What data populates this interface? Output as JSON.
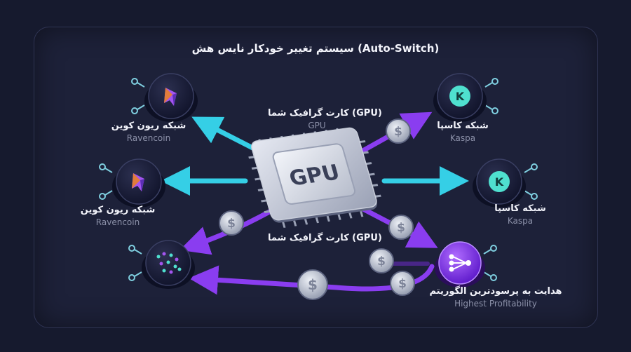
{
  "title": "سیستم تغییر خودکار نایس هش (Auto-Switch)",
  "gpu": {
    "chip_label": "GPU",
    "top_label_fa": "کارت گرافیک شما (GPU)",
    "top_label_en": "GPU",
    "bottom_label_fa": "کارت گرافیک شما (GPU)"
  },
  "nodes": {
    "ravencoin_top": {
      "fa": "شبکه ریون کوین",
      "en": "Ravencoin"
    },
    "ravencoin_mid": {
      "fa": "شبکه ریون کوین",
      "en": "Ravencoin"
    },
    "kaspa_top": {
      "fa": "شبکه کاسپا",
      "en": "Kaspa"
    },
    "kaspa_mid": {
      "fa": "شبکه کاسپا",
      "en": "Kaspa"
    },
    "profitability": {
      "fa": "هدایت به پرسودترین الگوریتم",
      "en": "Highest Profitability"
    }
  },
  "icons": [
    "ravencoin-icon",
    "kaspa-icon",
    "nicehash-network-icon",
    "algorithm-router-icon",
    "dollar-coin-icon",
    "gpu-chip-icon"
  ],
  "colors": {
    "background": "#161a2e",
    "panel": "#1d2139",
    "cyan": "#35cfe6",
    "purple": "#8a3df0",
    "kaspa": "#4fe0cf",
    "ravencoin": "#a455f0"
  }
}
